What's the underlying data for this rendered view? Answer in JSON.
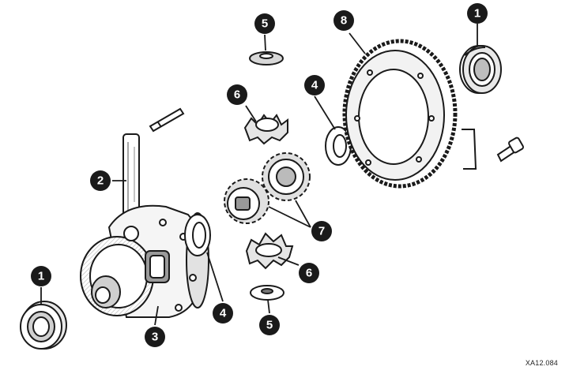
{
  "diagram": {
    "reference_code": "XA12.084",
    "callouts": [
      {
        "id": "bearing-right",
        "number": "1"
      },
      {
        "id": "bearing-left",
        "number": "1"
      },
      {
        "id": "shaft",
        "number": "2"
      },
      {
        "id": "case",
        "number": "3"
      },
      {
        "id": "washer-case",
        "number": "4"
      },
      {
        "id": "washer-ring",
        "number": "4"
      },
      {
        "id": "thrust-top",
        "number": "5"
      },
      {
        "id": "thrust-bottom",
        "number": "5"
      },
      {
        "id": "pinion-top",
        "number": "6"
      },
      {
        "id": "pinion-bottom",
        "number": "6"
      },
      {
        "id": "side-gears",
        "number": "7"
      },
      {
        "id": "ring-gear",
        "number": "8"
      }
    ]
  },
  "colors": {
    "ink": "#1a1a1a",
    "paper": "#ffffff",
    "shade": "#6e6e6e"
  }
}
